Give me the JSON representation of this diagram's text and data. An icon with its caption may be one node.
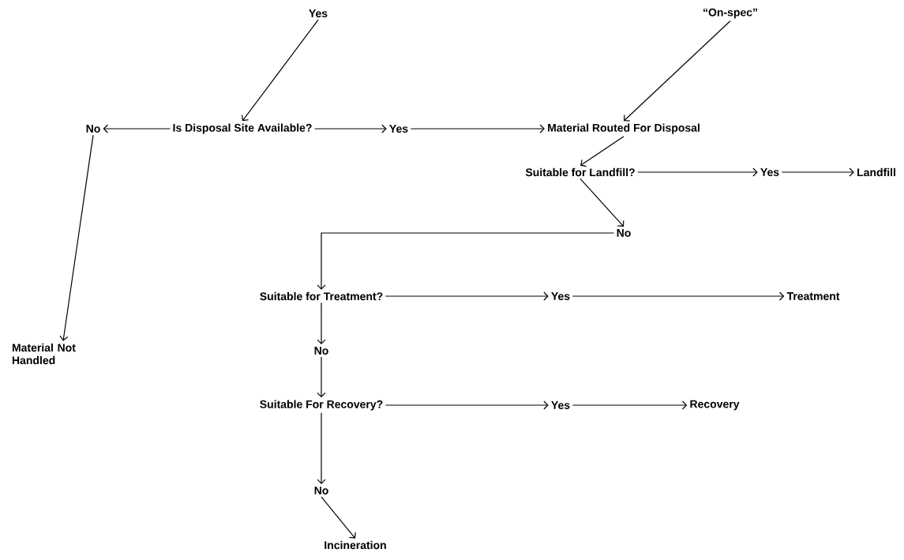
{
  "diagram": {
    "nodes": [
      {
        "text": [
          "Yes"
        ]
      },
      {
        "text": [
          "“On-spec”"
        ]
      },
      {
        "text": [
          "No"
        ]
      },
      {
        "text": [
          "Is Disposal Site Available?"
        ]
      },
      {
        "text": [
          "Yes"
        ]
      },
      {
        "text": [
          "Material Routed For Disposal"
        ]
      },
      {
        "text": [
          "Suitable for Landfill?"
        ]
      },
      {
        "text": [
          "Yes"
        ]
      },
      {
        "text": [
          "Landfill"
        ]
      },
      {
        "text": [
          "No"
        ]
      },
      {
        "text": [
          "Suitable for Treatment?"
        ]
      },
      {
        "text": [
          "Yes"
        ]
      },
      {
        "text": [
          "Treatment"
        ]
      },
      {
        "text": [
          "Material Not Handled"
        ]
      },
      {
        "text": [
          "No"
        ]
      },
      {
        "text": [
          "Suitable For Recovery?"
        ]
      },
      {
        "text": [
          "Yes"
        ]
      },
      {
        "text": [
          "Recovery"
        ]
      },
      {
        "text": [
          "No"
        ]
      },
      {
        "text": [
          "Incineration"
        ]
      }
    ],
    "edges": [
      {
        "from": 0,
        "to": 3,
        "arrow": "to"
      },
      {
        "from": 1,
        "to": 5,
        "arrow": "to"
      },
      {
        "from": 3,
        "to": 2,
        "arrow": "to"
      },
      {
        "from": 3,
        "to": 4,
        "arrow": "to"
      },
      {
        "from": 4,
        "to": 5,
        "arrow": "to"
      },
      {
        "from": 5,
        "to": 6,
        "arrow": "to"
      },
      {
        "from": 6,
        "to": 7,
        "arrow": "to"
      },
      {
        "from": 7,
        "to": 8,
        "arrow": "to"
      },
      {
        "from": 6,
        "to": 9,
        "arrow": "to"
      },
      {
        "from": 9,
        "to": 10,
        "arrow": "to"
      },
      {
        "from": 2,
        "to": 13,
        "arrow": "to"
      },
      {
        "from": 10,
        "to": 11,
        "arrow": "to"
      },
      {
        "from": 11,
        "to": 12,
        "arrow": "to"
      },
      {
        "from": 10,
        "to": 14,
        "arrow": "to"
      },
      {
        "from": 14,
        "to": 15,
        "arrow": "to"
      },
      {
        "from": 15,
        "to": 16,
        "arrow": "to"
      },
      {
        "from": 16,
        "to": 17,
        "arrow": "to"
      },
      {
        "from": 15,
        "to": 18,
        "arrow": "to"
      },
      {
        "from": 18,
        "to": 19,
        "arrow": "to"
      }
    ]
  }
}
